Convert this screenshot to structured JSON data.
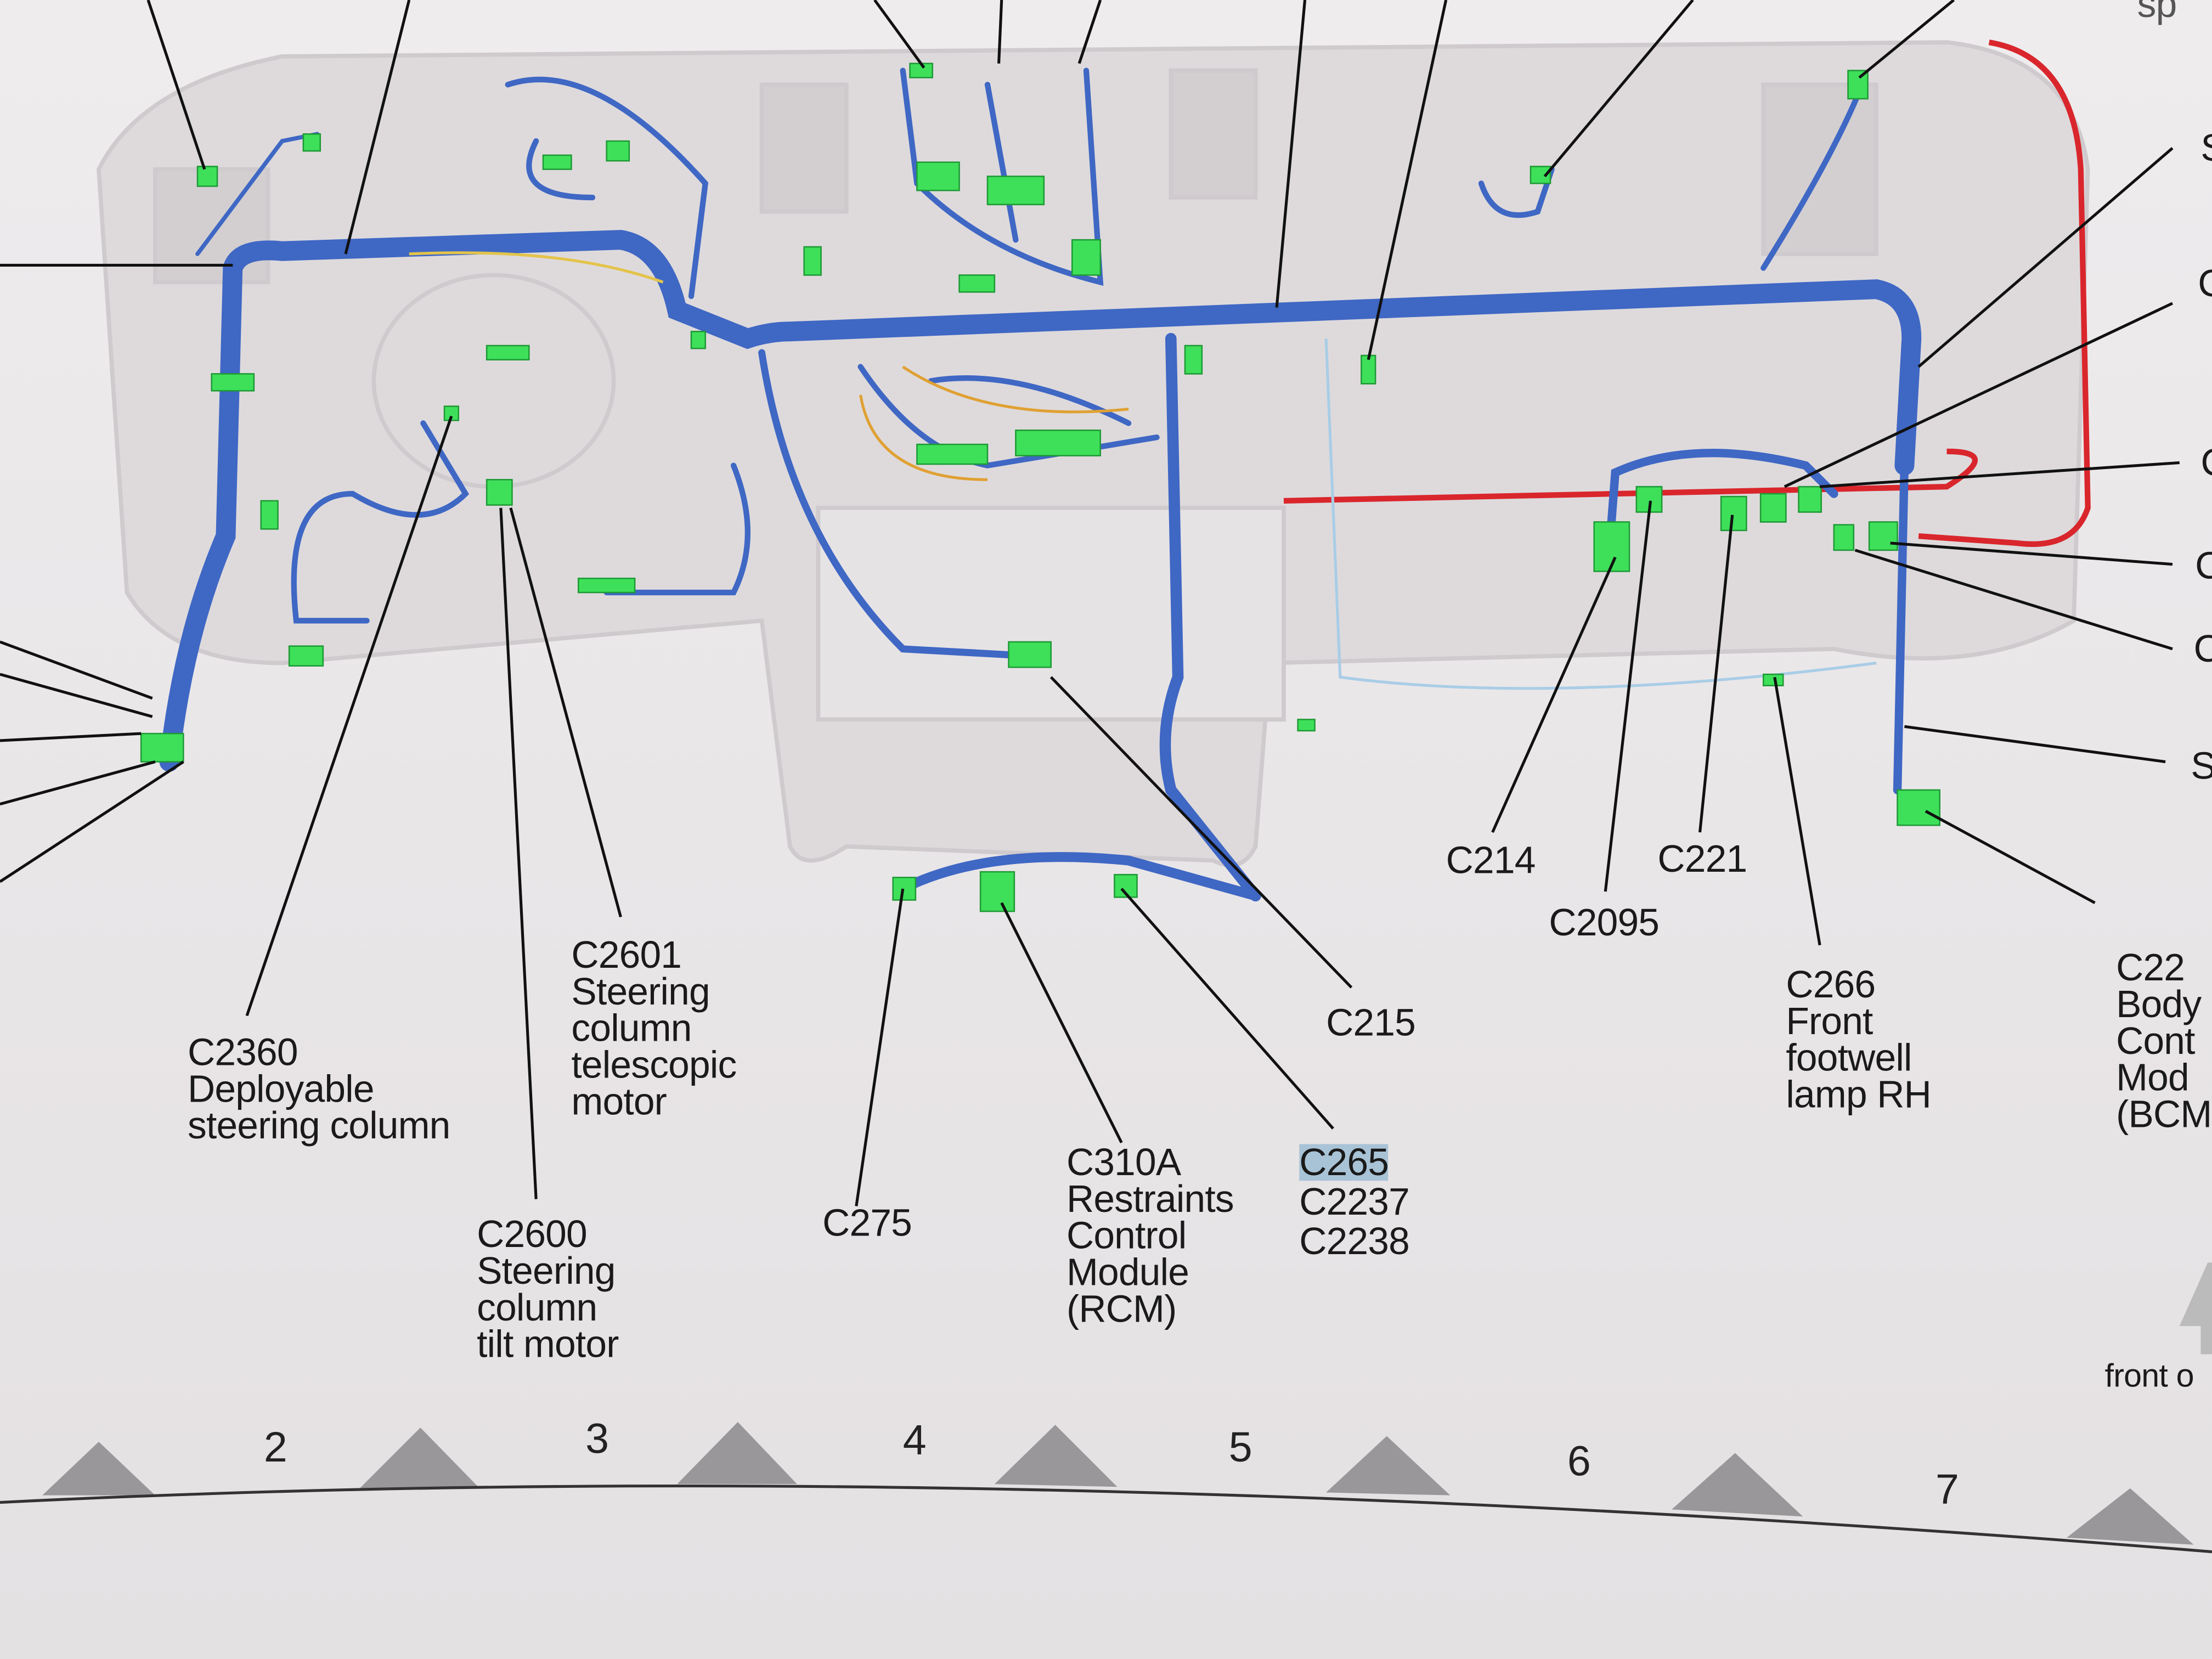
{
  "diagram": {
    "title_fragment": "sp",
    "connectors": [
      {
        "id": "C2360",
        "desc": "Deployable steering column"
      },
      {
        "id": "C2601",
        "desc": "Steering column telescopic motor"
      },
      {
        "id": "C2600",
        "desc": "Steering column tilt motor"
      },
      {
        "id": "C275",
        "desc": ""
      },
      {
        "id": "C310A",
        "desc": "Restraints Control Module (RCM)"
      },
      {
        "id": "C265",
        "desc": ""
      },
      {
        "id": "C2237",
        "desc": ""
      },
      {
        "id": "C2238",
        "desc": ""
      },
      {
        "id": "C215",
        "desc": ""
      },
      {
        "id": "C214",
        "desc": ""
      },
      {
        "id": "C2095",
        "desc": ""
      },
      {
        "id": "C221",
        "desc": ""
      },
      {
        "id": "C266",
        "desc": "Front footwell lamp RH"
      },
      {
        "id": "C22",
        "desc": "Body Cont Mod (BCM"
      }
    ],
    "labels": {
      "c2360": "C2360\nDeployable\nsteering column",
      "c2601": "C2601\nSteering\ncolumn\ntelescopic\nmotor",
      "c2600": "C2600\nSteering\ncolumn\ntilt motor",
      "c275": "C275",
      "c310a": "C310A\nRestraints\nControl\nModule\n(RCM)",
      "c265": "C265",
      "c2237": "C2237",
      "c2238": "C2238",
      "c215": "C215",
      "c214": "C214",
      "c2095": "C2095",
      "c221": "C221",
      "c266": "C266\nFront\nfootwell\nlamp RH",
      "c22_bcm": "C22\nBody\nCont\nMod\n(BCM",
      "right_s1": "S",
      "right_c1": "C",
      "right_c2": "C",
      "right_c3": "C",
      "right_c4": "C",
      "right_s2": "S",
      "front": "front o"
    },
    "zones": [
      "2",
      "3",
      "4",
      "5",
      "6",
      "7"
    ],
    "colors": {
      "harness": "#3f67c4",
      "connector": "#3ee05a",
      "power": "#d9262c",
      "highlight": "#a9c3d6"
    }
  }
}
